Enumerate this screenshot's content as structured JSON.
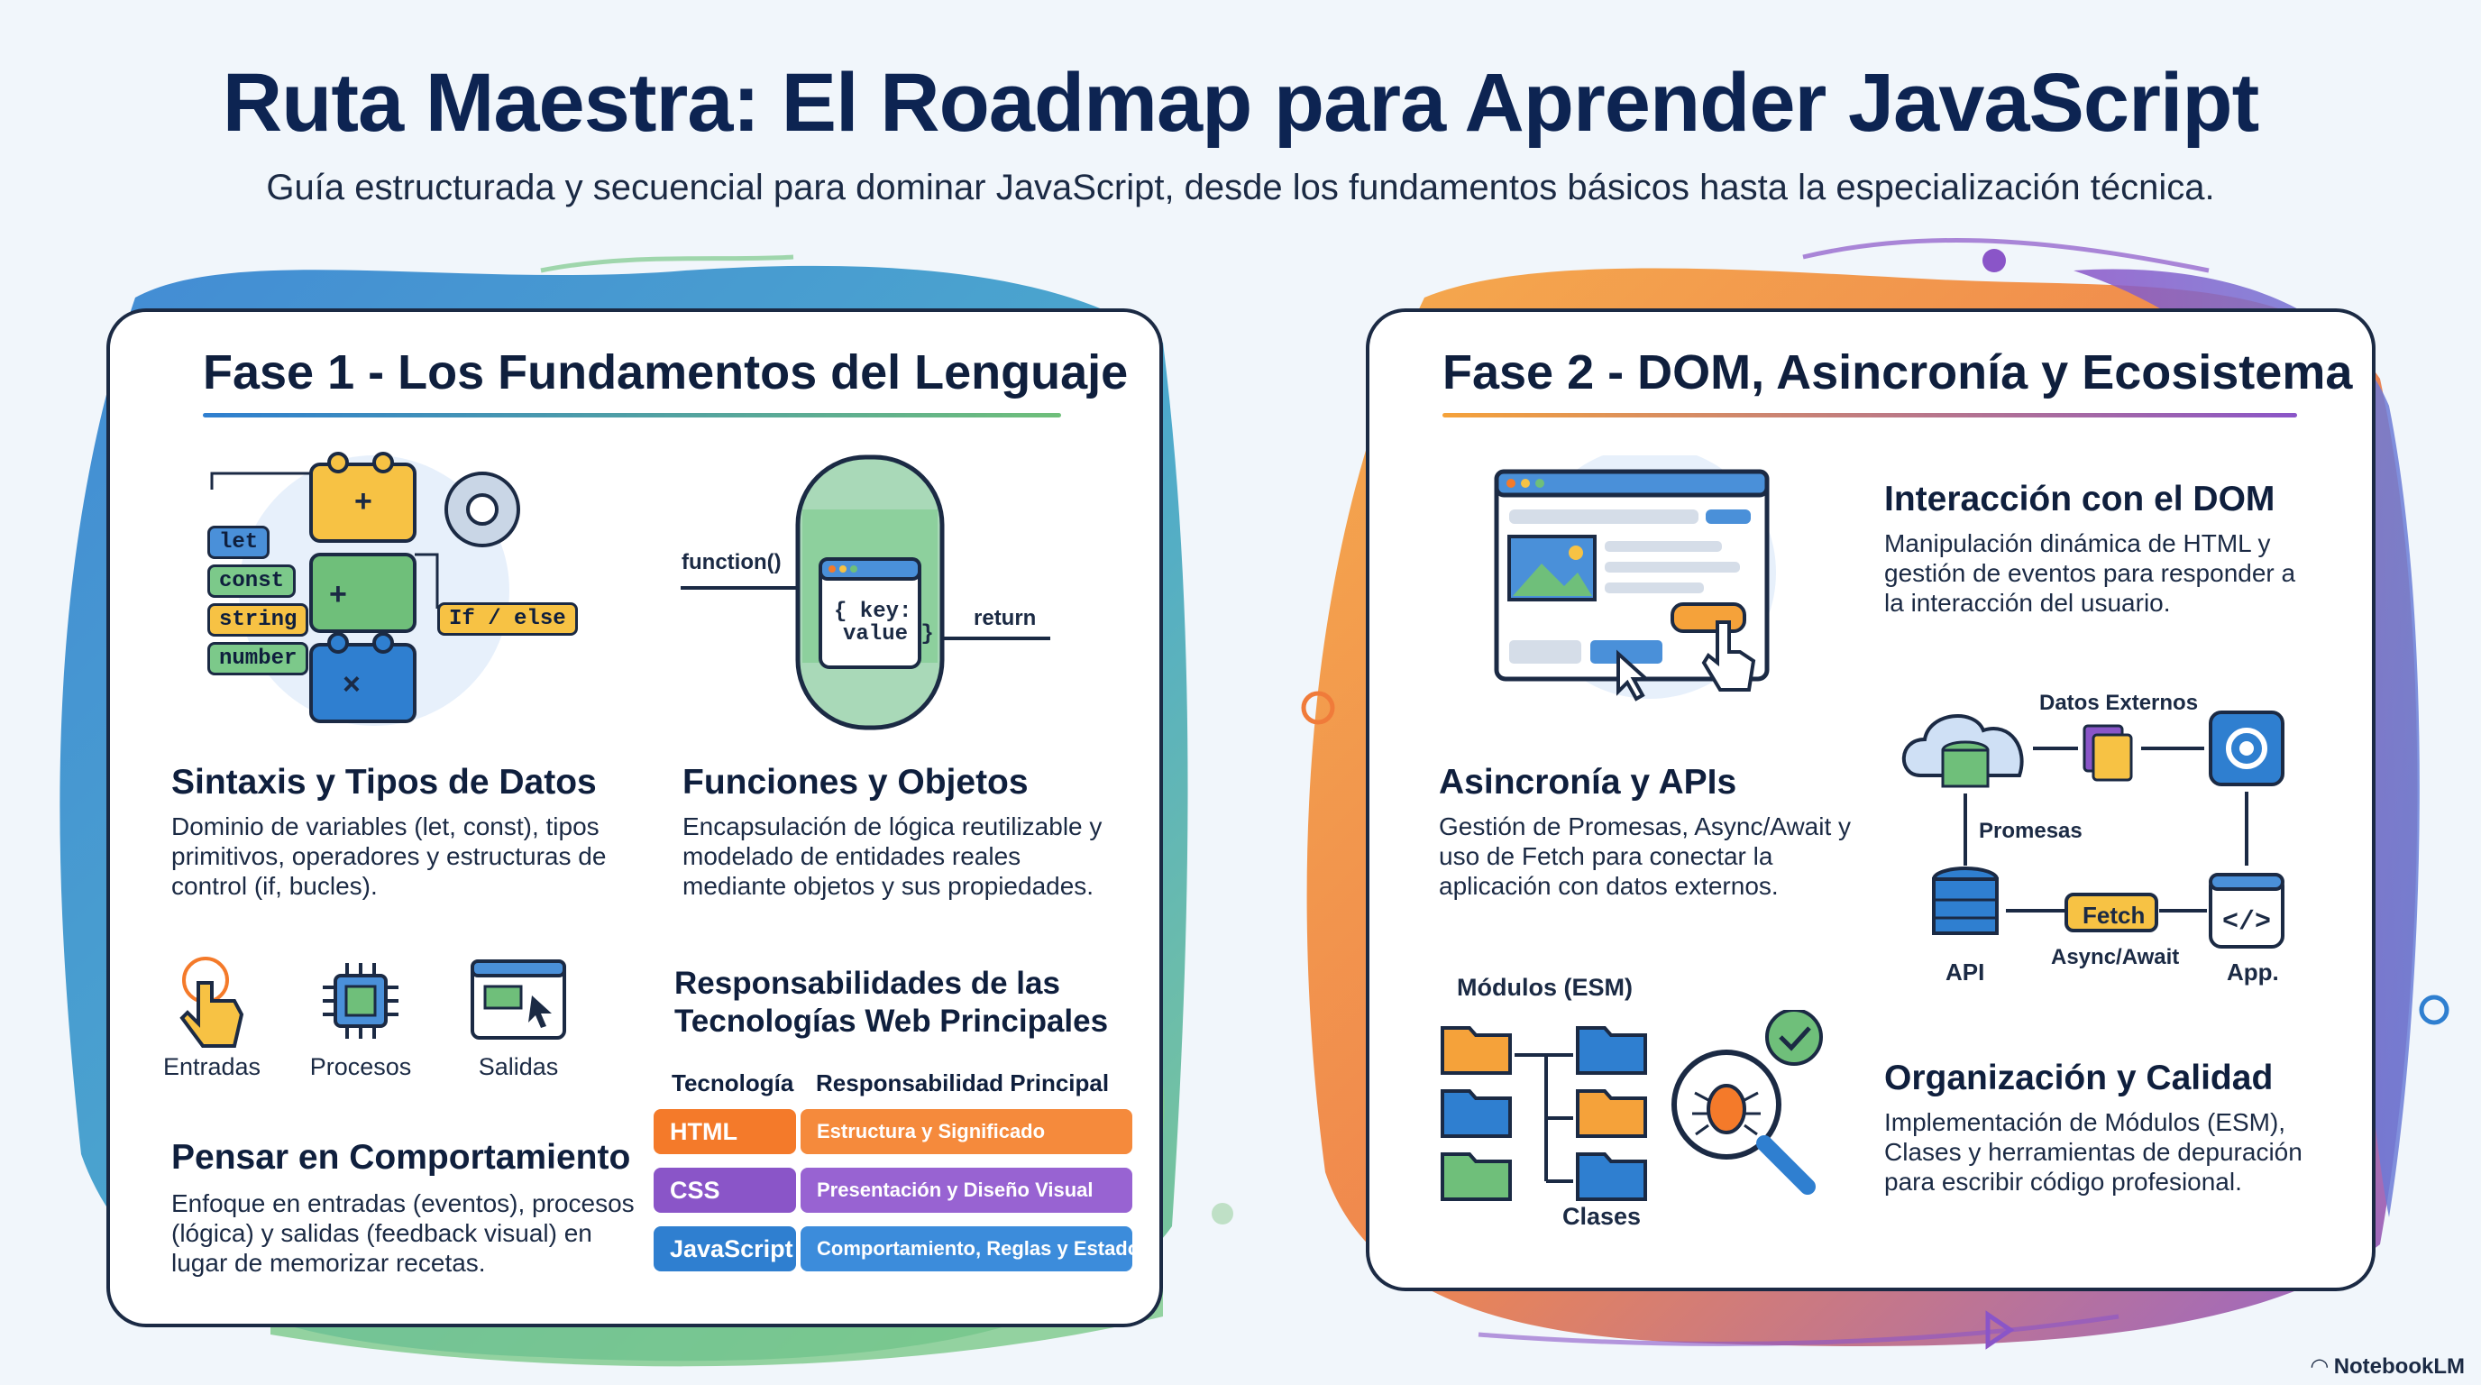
{
  "header": {
    "title": "Ruta Maestra: El Roadmap para Aprender JavaScript",
    "subtitle": "Guía estructurada y secuencial para dominar JavaScript, desde los fundamentos básicos hasta la especialización técnica."
  },
  "phase1": {
    "title": "Fase 1 - Los Fundamentos del Lenguaje",
    "syntax": {
      "tags": [
        "let",
        "const",
        "string",
        "number"
      ],
      "if_tag": "If / else",
      "title": "Sintaxis y Tipos de Datos",
      "body": "Dominio de variables (let, const), tipos primitivos, operadores y estructuras de control (if, bucles)."
    },
    "functions": {
      "label_function": "function()",
      "label_return": "return",
      "code_key": "{ key:",
      "code_value": "value }",
      "title": "Funciones y Objetos",
      "body": "Encapsulación de lógica reutilizable y modelado de entidades reales mediante objetos y sus propiedades."
    },
    "behavior": {
      "inputs_label": "Entradas",
      "process_label": "Procesos",
      "outputs_label": "Salidas",
      "title": "Pensar en Comportamiento",
      "body": "Enfoque en entradas (eventos), procesos (lógica) y salidas (feedback visual) en lugar de memorizar recetas."
    },
    "table": {
      "title": "Responsabilidades de las Tecnologías Web Principales",
      "col1": "Tecnología",
      "col2": "Responsabilidad Principal",
      "rows": [
        {
          "tech": "HTML",
          "resp": "Estructura y Significado",
          "color": "#f47a2a",
          "color2": "#f58a3c"
        },
        {
          "tech": "CSS",
          "resp": "Presentación y Diseño Visual",
          "color": "#8a55c8",
          "color2": "#9863d2"
        },
        {
          "tech": "JavaScript",
          "resp": "Comportamiento, Reglas y Estado",
          "color": "#2f7fd0",
          "color2": "#3c8cdb"
        }
      ]
    }
  },
  "phase2": {
    "title": "Fase 2 - DOM, Asincronía y Ecosistema",
    "dom": {
      "title": "Interacción con el DOM",
      "body": "Manipulación dinámica de HTML y gestión de eventos para responder a la interacción del usuario."
    },
    "async": {
      "title": "Asincronía y APIs",
      "body": "Gestión de Promesas, Async/Await y uso de Fetch para conectar la aplicación con datos externos."
    },
    "diagram": {
      "external_data": "Datos Externos",
      "promises": "Promesas",
      "fetch": "Fetch",
      "async_await": "Async/Await",
      "api": "API",
      "app": "App."
    },
    "modules": {
      "label": "Módulos (ESM)",
      "classes": "Clases"
    },
    "org": {
      "title": "Organización y Calidad",
      "body": "Implementación de Módulos (ESM), Clases y herramientas de depuración para escribir código profesional."
    }
  },
  "footer": {
    "brand": "NotebookLM"
  },
  "colors": {
    "navy": "#0d2452",
    "orange": "#f47a2a",
    "purple": "#8a55c8",
    "blue": "#2f7fd0",
    "green": "#6fbf7a",
    "yellow": "#f7c244"
  }
}
